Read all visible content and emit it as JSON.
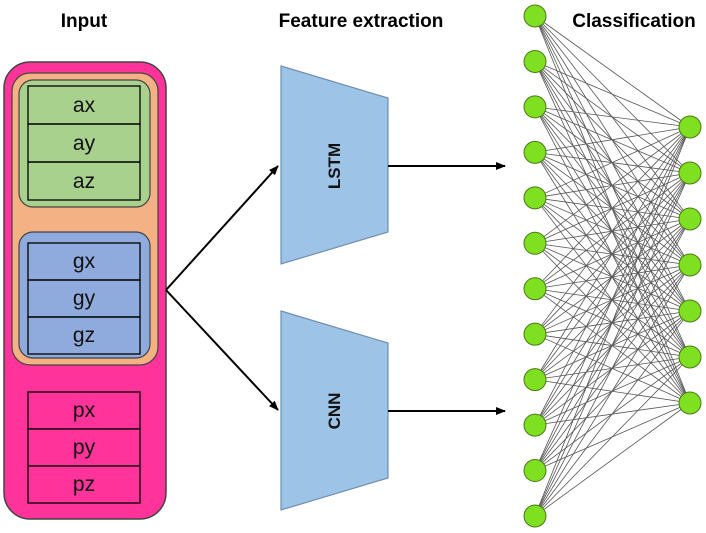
{
  "titles": {
    "input": "Input",
    "feature_extraction": "Feature extraction",
    "classification": "Classification"
  },
  "input_groups": [
    {
      "cells": [
        "ax",
        "ay",
        "az"
      ],
      "color": "#A9D18E"
    },
    {
      "cells": [
        "gx",
        "gy",
        "gz"
      ],
      "color": "#8FAADC"
    },
    {
      "cells": [
        "px",
        "py",
        "pz"
      ],
      "color": "#FF3399"
    }
  ],
  "extractors": [
    {
      "label": "LSTM",
      "color": "#9DC3E6"
    },
    {
      "label": "CNN",
      "color": "#9DC3E6"
    }
  ],
  "network": {
    "input_layer_nodes": 12,
    "output_layer_nodes": 7,
    "node_color": "#7FE022"
  },
  "colors": {
    "outer_container": "#FF3399",
    "inner_container": "#F4B183",
    "connection_line": "#555555"
  }
}
